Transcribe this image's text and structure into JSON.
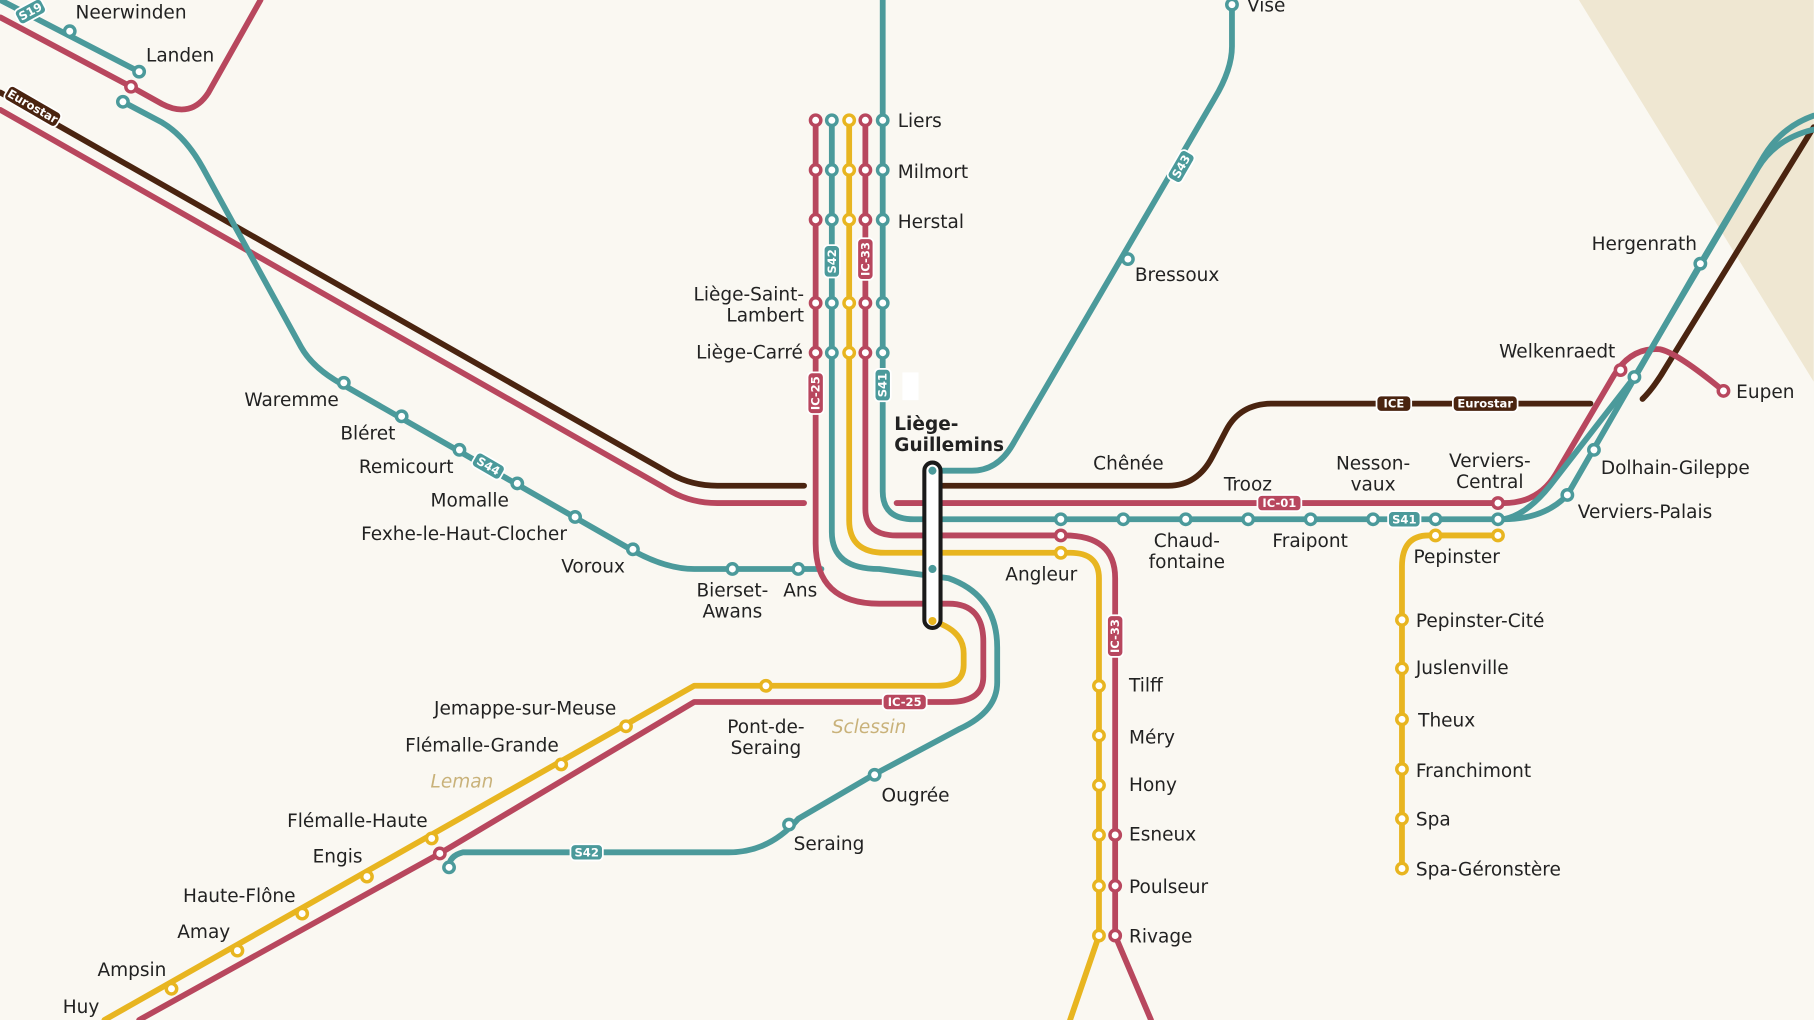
{
  "colors": {
    "background": "#faf8f2",
    "teal": "#4b9a9b",
    "red": "#b8475e",
    "yellow": "#e8b520",
    "brown": "#4a2410",
    "corner": "#ece3cc"
  },
  "stations": {
    "neerwinden": "Neerwinden",
    "landen": "Landen",
    "waremme": "Waremme",
    "bleret": "Bléret",
    "remicourt": "Remicourt",
    "momalle": "Momalle",
    "fexhe": "Fexhe-le-Haut-Clocher",
    "voroux": "Voroux",
    "bierset": [
      "Bierset-",
      "Awans"
    ],
    "ans": "Ans",
    "liers": "Liers",
    "milmort": "Milmort",
    "herstal": "Herstal",
    "saint_lambert": [
      "Liège-Saint-",
      "Lambert"
    ],
    "carre": "Liège-Carré",
    "guillemins": [
      "Liège-",
      "Guillemins"
    ],
    "bressoux": "Bressoux",
    "vise": "Visé",
    "chenee": "Chênée",
    "trooz": "Trooz",
    "chaudfontaine": [
      "Chaud-",
      "fontaine"
    ],
    "fraipont": "Fraipont",
    "nessonvaux": [
      "Nesson-",
      "vaux"
    ],
    "verviers_central": [
      "Verviers-",
      "Central"
    ],
    "welkenraedt": "Welkenraedt",
    "hergenrath": "Hergenrath",
    "eupen": "Eupen",
    "dolhain": "Dolhain-Gileppe",
    "verviers_palais": "Verviers-Palais",
    "pepinster": "Pepinster",
    "pepinster_cite": "Pepinster-Cité",
    "juslenville": "Juslenville",
    "theux": "Theux",
    "franchimont": "Franchimont",
    "spa": "Spa",
    "spa_geronstere": "Spa-Géronstère",
    "angleur": "Angleur",
    "tilff": "Tilff",
    "mery": "Méry",
    "hony": "Hony",
    "esneux": "Esneux",
    "poulseur": "Poulseur",
    "rivage": "Rivage",
    "jemappe": "Jemappe-sur-Meuse",
    "flemalle_grande": "Flémalle-Grande",
    "flemalle_haute": "Flémalle-Haute",
    "engis": "Engis",
    "haute_flone": "Haute-Flône",
    "amay": "Amay",
    "ampsin": "Ampsin",
    "huy": "Huy",
    "pont_de_seraing": [
      "Pont-de-",
      "Seraing"
    ],
    "ougree": "Ougrée",
    "seraing": "Seraing"
  },
  "areas": {
    "sclessin": "Sclessin",
    "leman": "Leman"
  },
  "badges": {
    "s19": "S19",
    "eurostar_w": "Eurostar",
    "s42_v": "S42",
    "ic33_v": "IC-33",
    "ic25_v": "IC-25",
    "s41_v": "S41",
    "s43": "S43",
    "s44": "S44",
    "ice": "ICE",
    "eurostar_e": "Eurostar",
    "ic01": "IC-01",
    "s41_h": "S41",
    "ic33_s": "IC-33",
    "ic25_h": "IC-25",
    "s42_h": "S42"
  }
}
